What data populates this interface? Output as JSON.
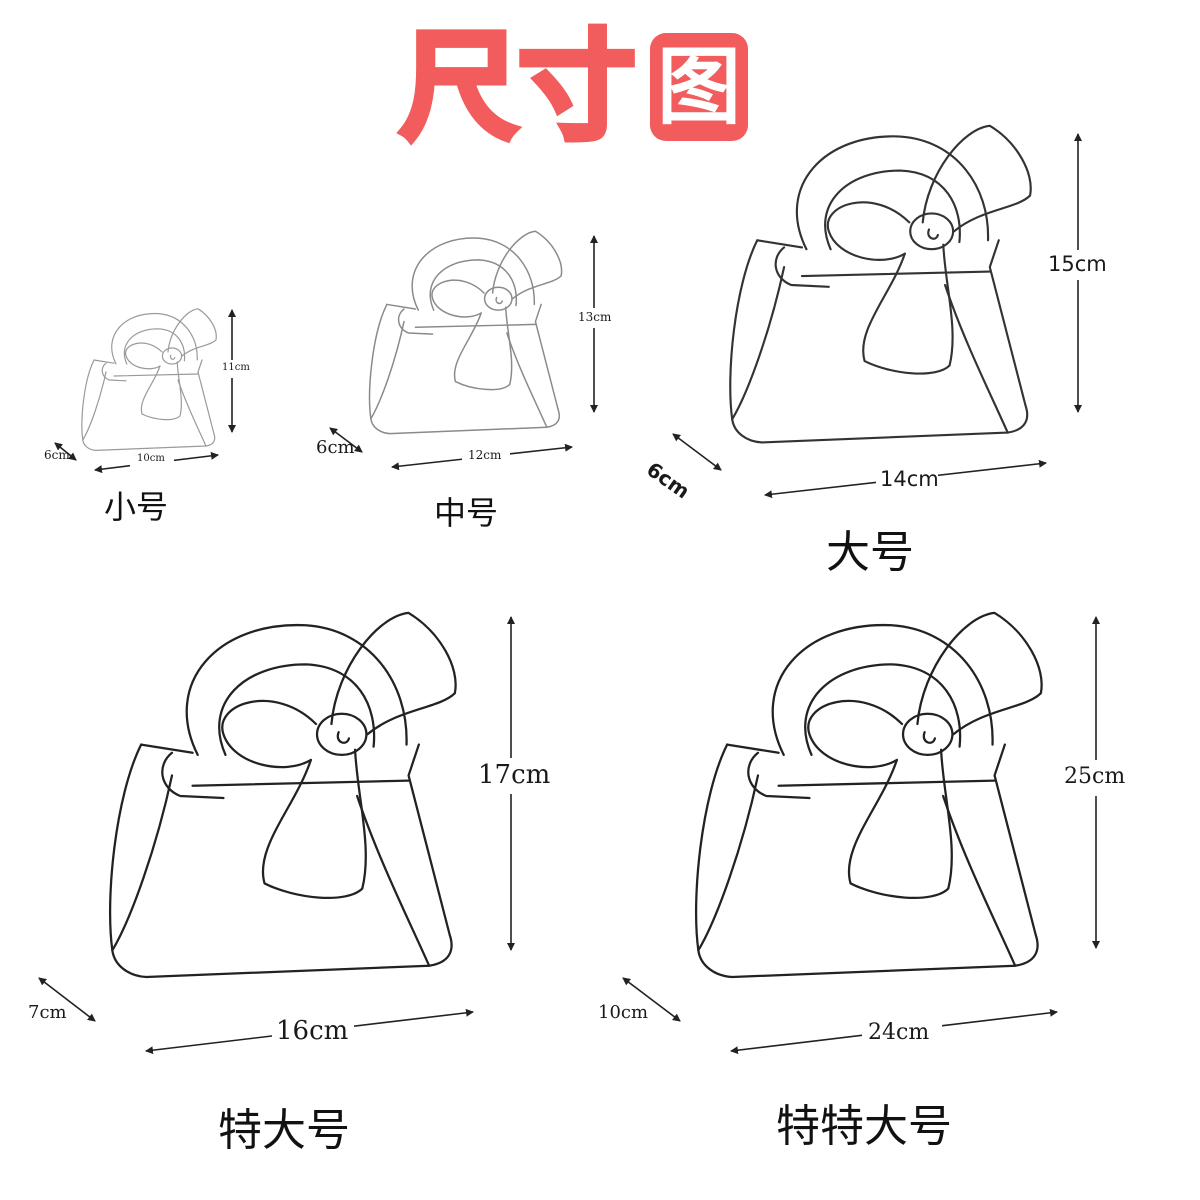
{
  "title": {
    "part1": "尺寸",
    "part2": "图"
  },
  "sizes": [
    {
      "name": "小号",
      "width": "10cm",
      "height": "11cm",
      "depth": "6cm"
    },
    {
      "name": "中号",
      "width": "12cm",
      "height": "13cm",
      "depth": "6cm"
    },
    {
      "name": "大号",
      "width": "14cm",
      "height": "15cm",
      "depth": "6cm"
    },
    {
      "name": "特大号",
      "width": "16cm",
      "height": "17cm",
      "depth": "7cm"
    },
    {
      "name": "特特大号",
      "width": "24cm",
      "height": "25cm",
      "depth": "10cm"
    }
  ],
  "colors": {
    "title": "#f25c5c",
    "line": "#222222",
    "line_light": "#9a9a9a"
  }
}
